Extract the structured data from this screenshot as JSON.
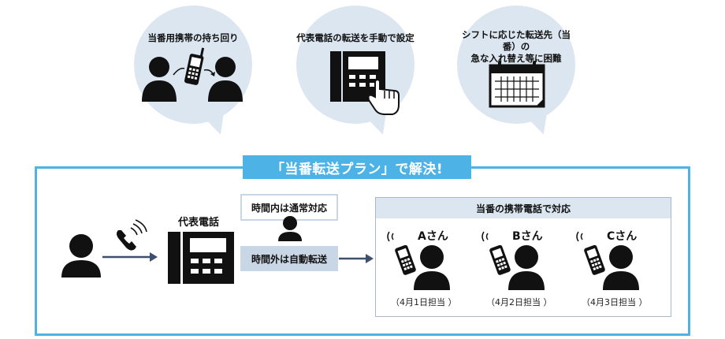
{
  "bubbles": [
    {
      "text": "当番用携帯の持ち回り"
    },
    {
      "text": "代表電話の転送を手動で設定"
    },
    {
      "text": "シフトに応じた転送先（当番）の\n急な入れ替え等に困難"
    }
  ],
  "banner": "「当番転送プラン」で解決!",
  "main_phone_label": "代表電話",
  "in_hours": "時間内は通常対応",
  "out_hours": "時間外は自動転送",
  "panel": {
    "title": "当番の携帯電話で対応",
    "staff": [
      {
        "name": "Aさん",
        "date": "（4月1日担当 ）"
      },
      {
        "name": "Bさん",
        "date": "（4月2日担当 ）"
      },
      {
        "name": "Cさん",
        "date": "（4月3日担当 ）"
      }
    ]
  },
  "colors": {
    "frame": "#4db3e6",
    "bubble": "#dbe6f1",
    "box": "#c9d6e6",
    "arrow": "#3d4f6d",
    "icon": "#111111"
  },
  "icons": [
    "person-icon",
    "mobile-phone-icon",
    "desk-phone-icon",
    "pointing-hand-icon",
    "calendar-icon",
    "ringing-handset-icon",
    "arrow-icon"
  ]
}
